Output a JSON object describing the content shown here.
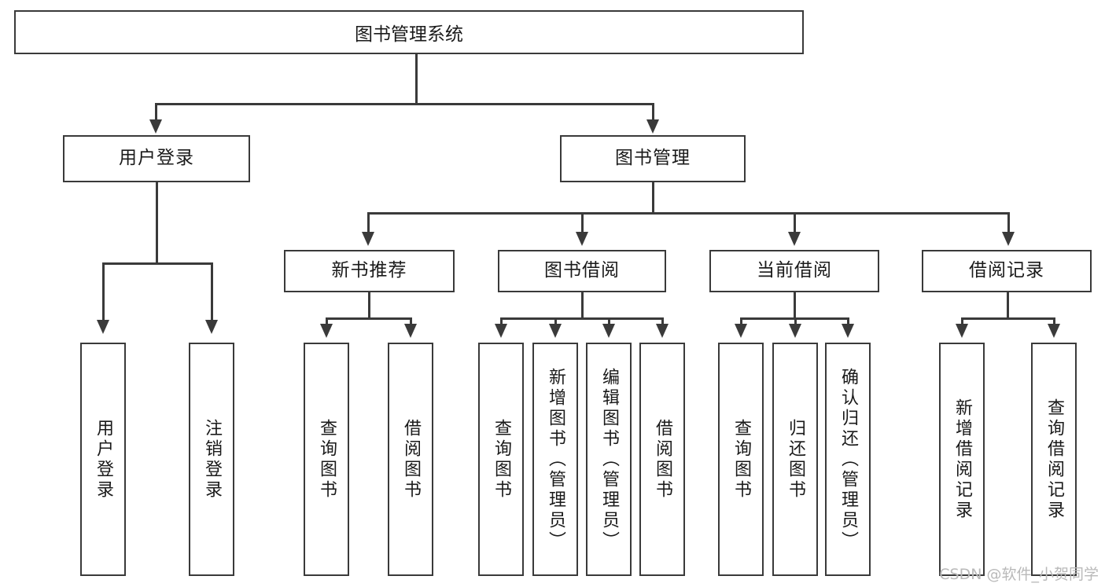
{
  "diagram": {
    "type": "tree-hierarchy",
    "title": "图书管理系统",
    "root": {
      "id": "root",
      "label": "图书管理系统"
    },
    "level2": [
      {
        "id": "user-login",
        "label": "用户登录"
      },
      {
        "id": "book-manage",
        "label": "图书管理"
      }
    ],
    "level3": [
      {
        "id": "new-book-recommend",
        "label": "新书推荐"
      },
      {
        "id": "book-borrow",
        "label": "图书借阅"
      },
      {
        "id": "current-borrow",
        "label": "当前借阅"
      },
      {
        "id": "borrow-record",
        "label": "借阅记录"
      }
    ],
    "leaves": {
      "user_login": [
        {
          "id": "leaf-user-login",
          "label": "用户登录"
        },
        {
          "id": "leaf-logout",
          "label": "注销登录"
        }
      ],
      "new_book_recommend": [
        {
          "id": "leaf-query-book-1",
          "label": "查询图书"
        },
        {
          "id": "leaf-borrow-book-1",
          "label": "借阅图书"
        }
      ],
      "book_borrow": [
        {
          "id": "leaf-query-book-2",
          "label": "查询图书"
        },
        {
          "id": "leaf-add-book",
          "label": "新增图书（管理员）"
        },
        {
          "id": "leaf-edit-book",
          "label": "编辑图书（管理员）"
        },
        {
          "id": "leaf-borrow-book-2",
          "label": "借阅图书"
        }
      ],
      "current_borrow": [
        {
          "id": "leaf-query-book-3",
          "label": "查询图书"
        },
        {
          "id": "leaf-return-book",
          "label": "归还图书"
        },
        {
          "id": "leaf-confirm-return",
          "label": "确认归还（管理员）"
        }
      ],
      "borrow_record": [
        {
          "id": "leaf-add-record",
          "label": "新增借阅记录"
        },
        {
          "id": "leaf-query-record",
          "label": "查询借阅记录"
        }
      ]
    }
  },
  "watermark": {
    "text": "CSDN @软件_小贺同学"
  },
  "colors": {
    "stroke": "#3a3a3a",
    "fill": "#ffffff",
    "text": "#1a1a1a",
    "watermark": "#b9b9b9"
  }
}
